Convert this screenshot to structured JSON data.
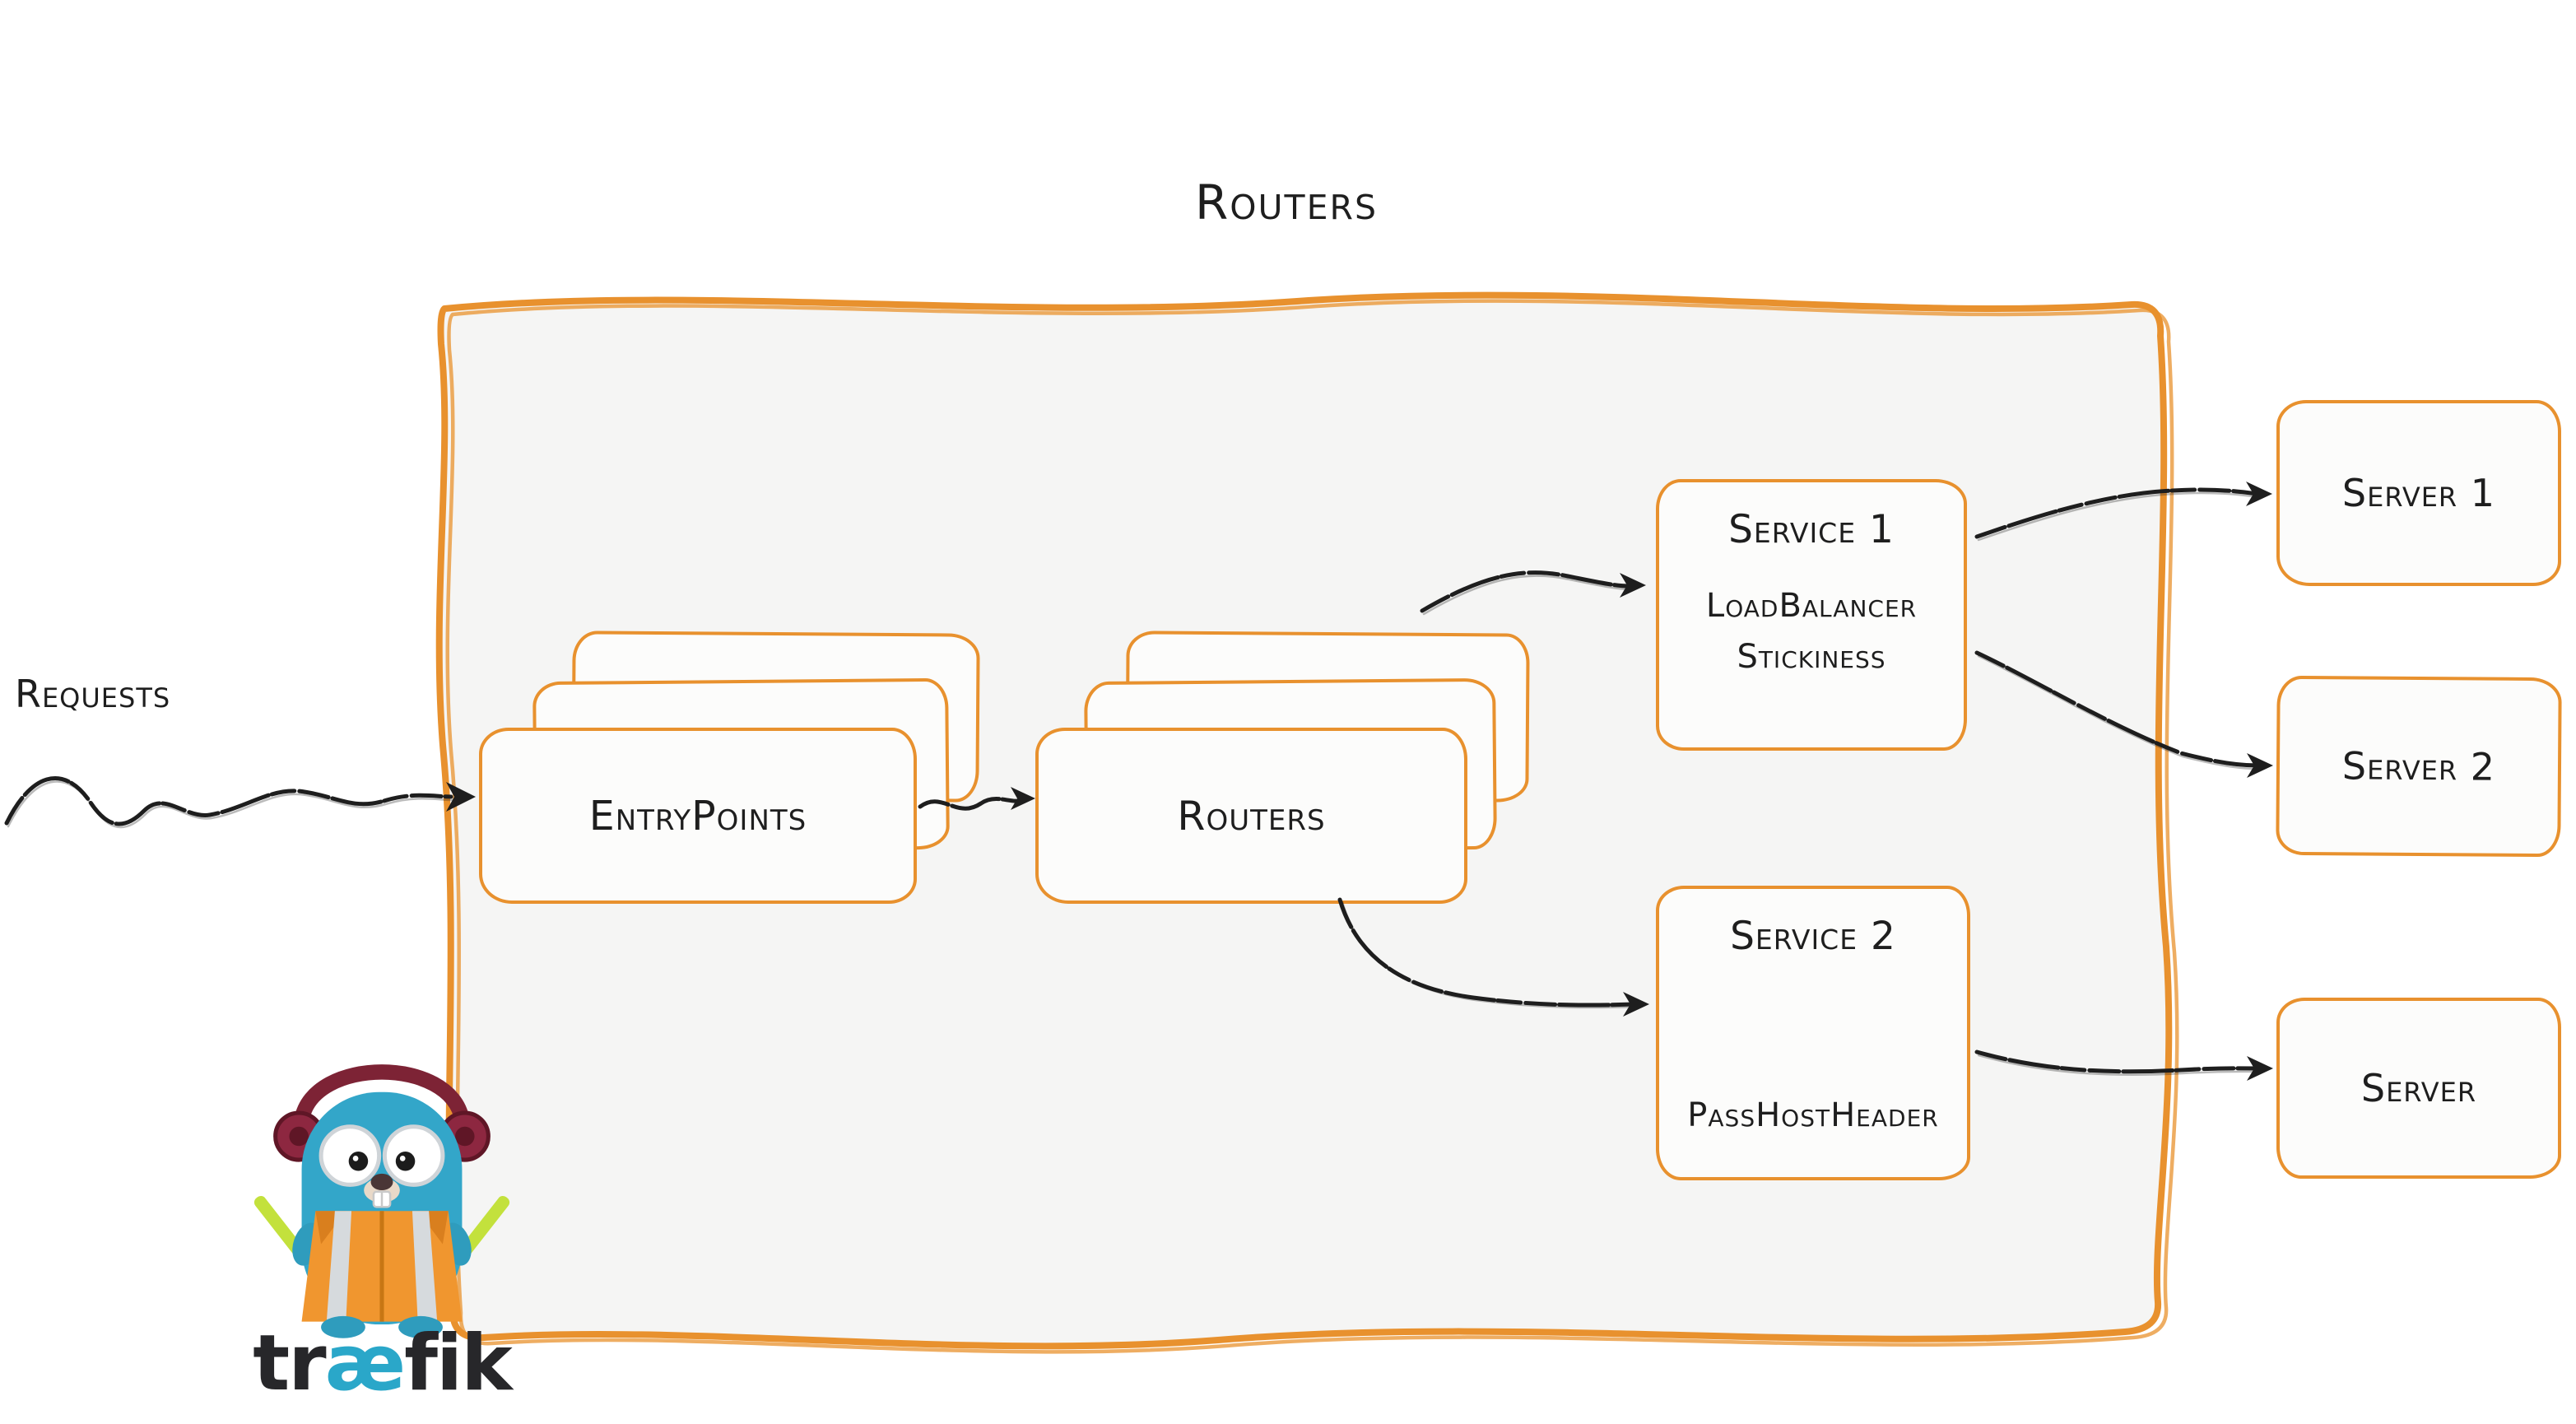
{
  "title": "Routers",
  "requests": {
    "label": "Requests"
  },
  "nodes": {
    "entrypoints": {
      "label": "EntryPoints"
    },
    "routers": {
      "label": "Routers"
    },
    "service1": {
      "title": "Service 1",
      "lines": [
        "LoadBalancer",
        "Stickiness"
      ]
    },
    "service2": {
      "title": "Service 2",
      "lines": [
        "PassHostHeader"
      ]
    }
  },
  "servers": [
    {
      "label": "Server 1"
    },
    {
      "label": "Server 2"
    },
    {
      "label": "Server"
    }
  ],
  "edges": [
    {
      "from": "requests",
      "to": "entrypoints"
    },
    {
      "from": "entrypoints",
      "to": "routers"
    },
    {
      "from": "routers",
      "to": "service1"
    },
    {
      "from": "routers",
      "to": "service2"
    },
    {
      "from": "service1",
      "to": "server1"
    },
    {
      "from": "service1",
      "to": "server2"
    },
    {
      "from": "service2",
      "to": "server"
    }
  ],
  "logo": {
    "prefix": "tr",
    "ligature": "æ",
    "suffix": "fik"
  },
  "colors": {
    "accent": "#e8912e",
    "ink": "#1e1e1e",
    "panel_fill": "#f5f5f4",
    "logo_teal": "#2aa7c9",
    "logo_dark": "#27272a"
  }
}
